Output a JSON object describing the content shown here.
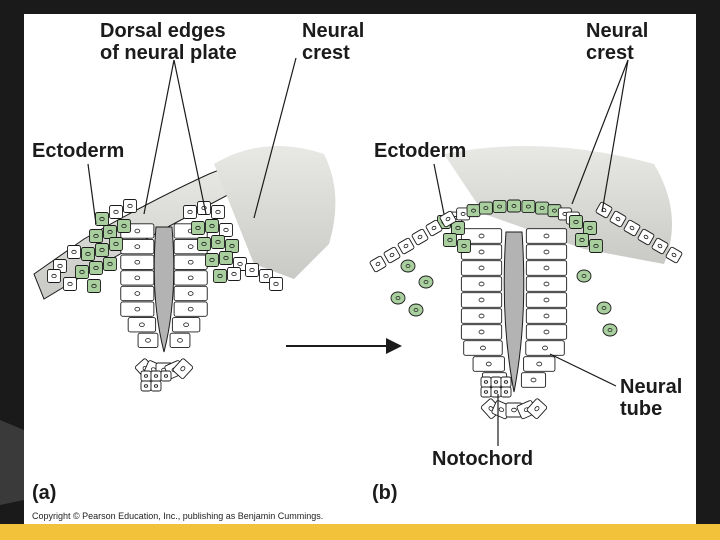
{
  "labels": {
    "dorsal_edges_line1": "Dorsal edges",
    "dorsal_edges_line2": "of neural plate",
    "neural_crest_a_line1": "Neural",
    "neural_crest_a_line2": "crest",
    "neural_crest_b_line1": "Neural",
    "neural_crest_b_line2": "crest",
    "ectoderm_a": "Ectoderm",
    "ectoderm_b": "Ectoderm",
    "neural_tube_line1": "Neural",
    "neural_tube_line2": "tube",
    "notochord": "Notochord",
    "panel_a": "(a)",
    "panel_b": "(b)"
  },
  "copyright": "Copyright © Pearson Education, Inc., publishing as Benjamin Cummings.",
  "colors": {
    "crest_cell": "#a9cf9f",
    "cell_fill": "#ffffff",
    "outline": "#1b1b1b",
    "tissue_shading": "#d9d9d6",
    "lumen": "#b3b3b3",
    "accent_bar": "#f2c33a",
    "slide_frame": "#1a1a1a"
  },
  "icons": {
    "arrow": "right-arrow-icon"
  }
}
